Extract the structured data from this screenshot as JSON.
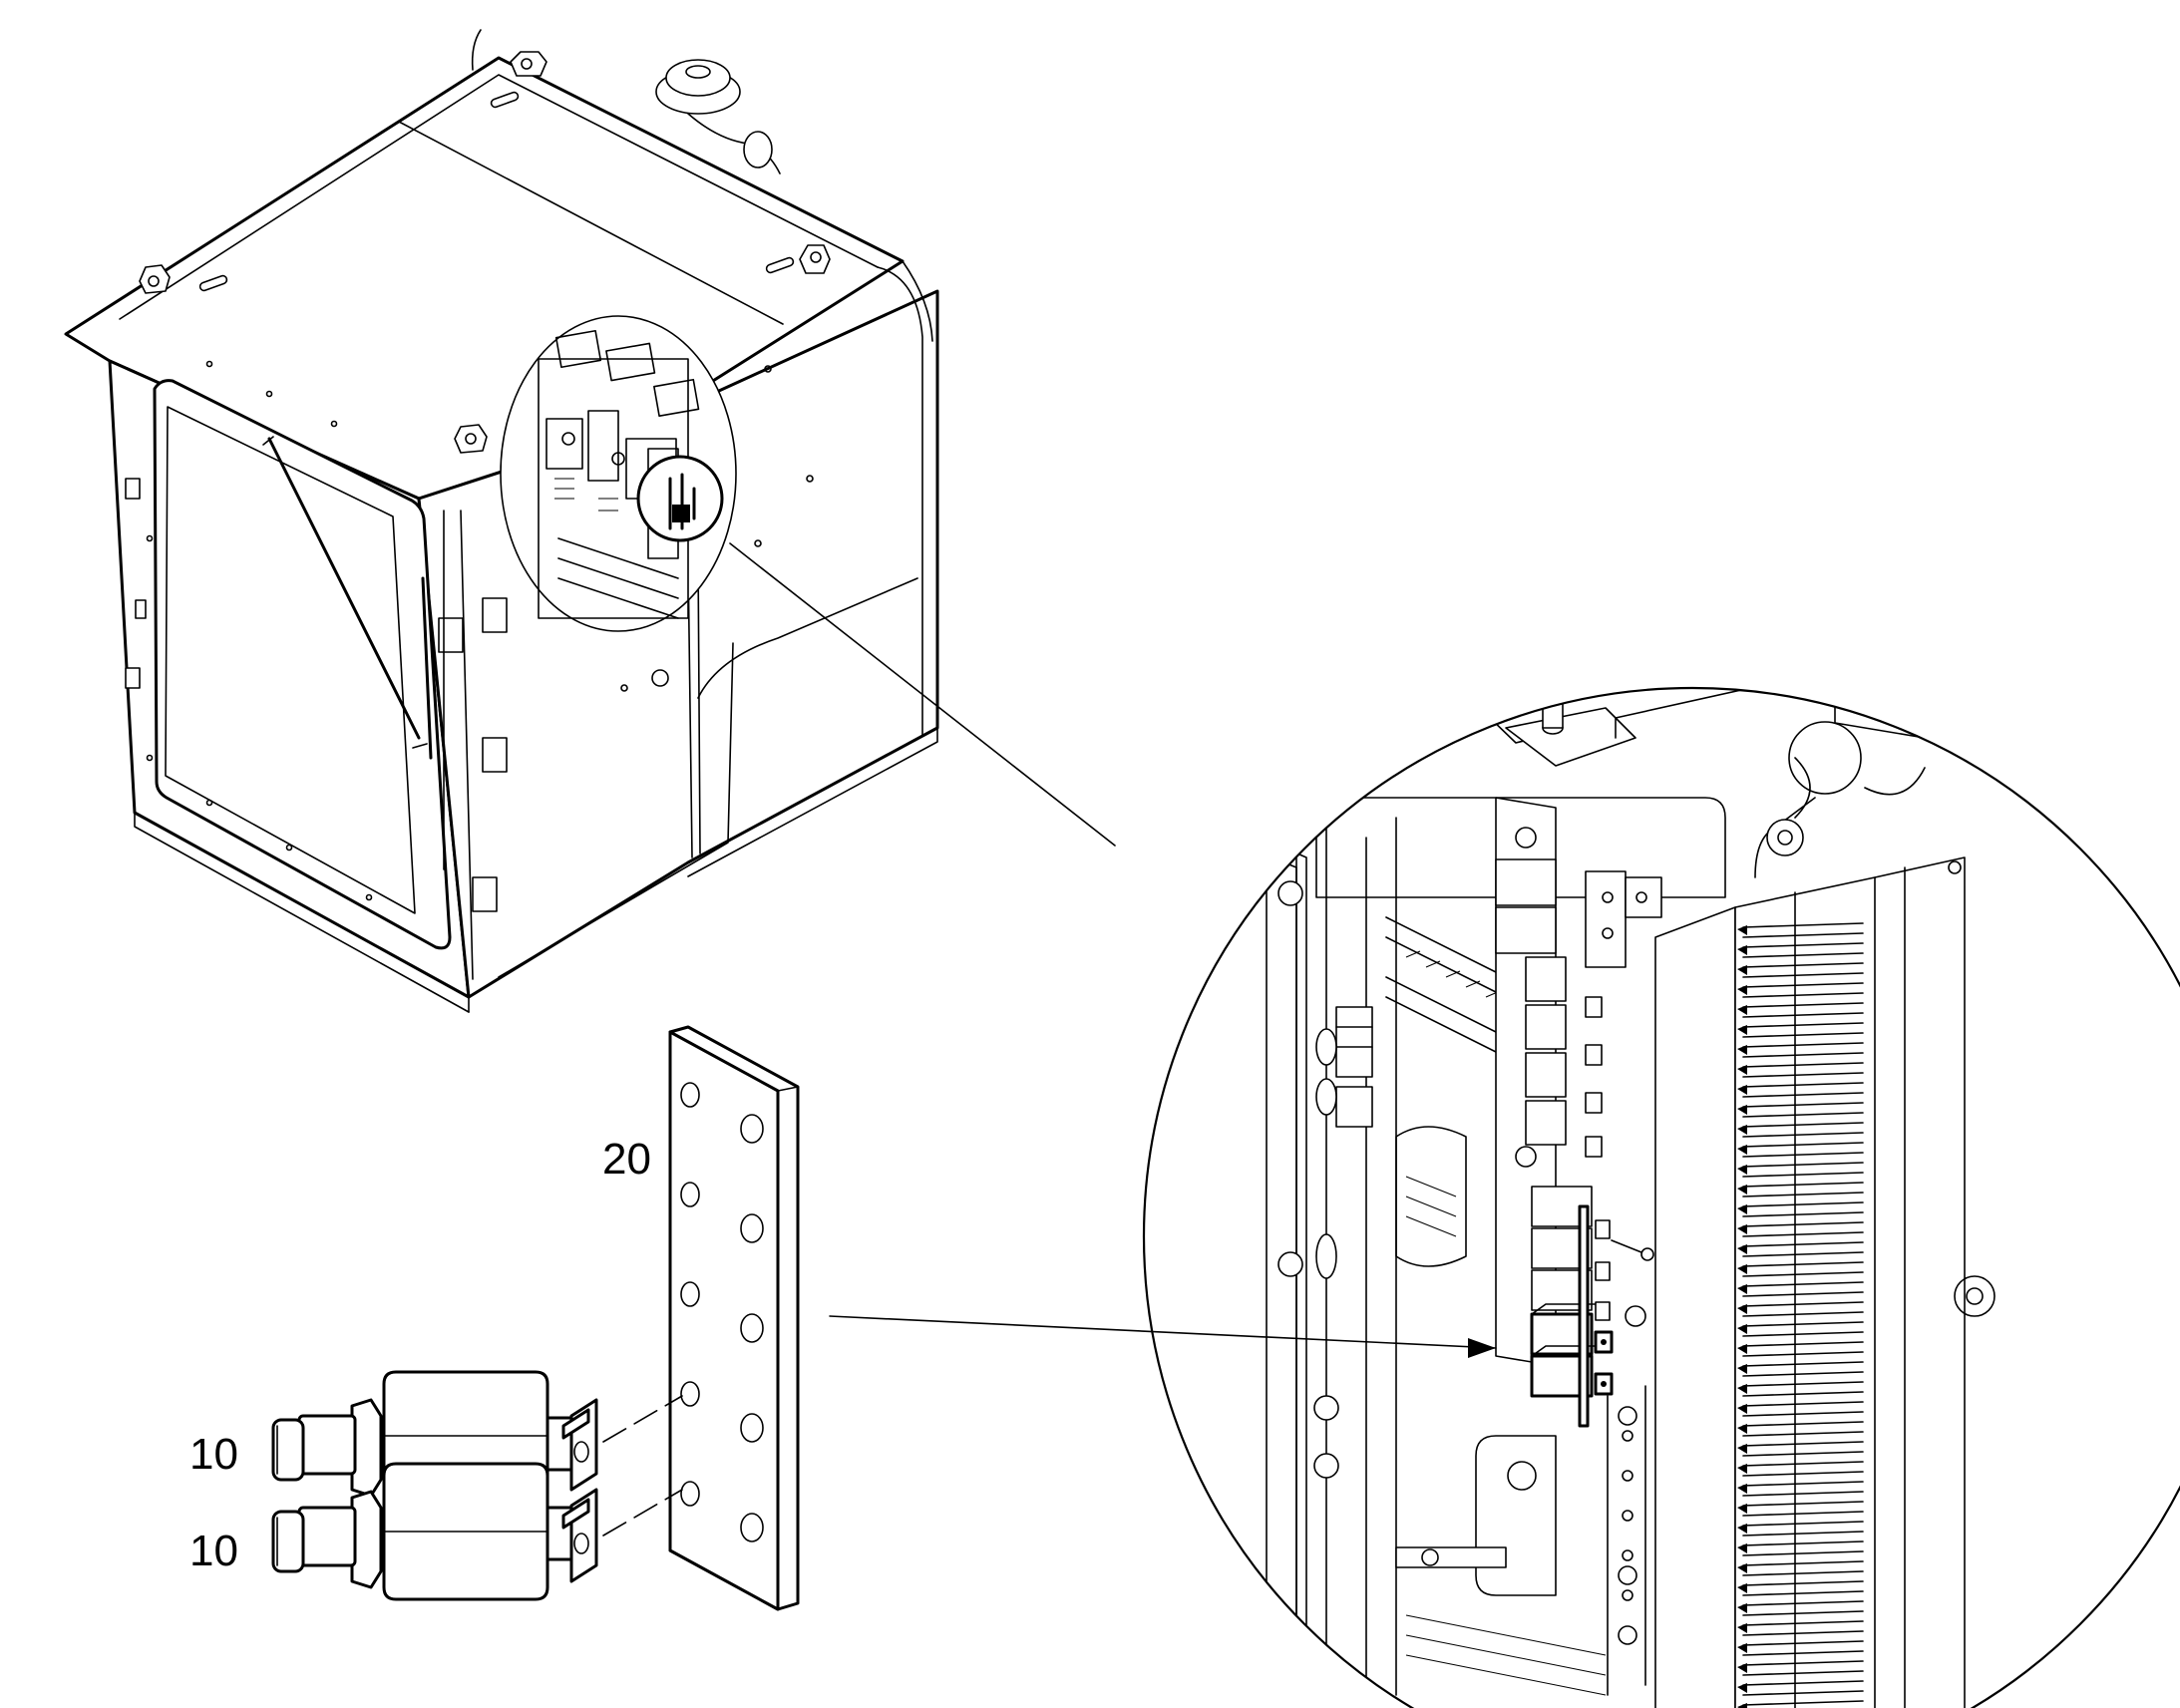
{
  "callouts": {
    "relay_upper": "10",
    "relay_lower": "10",
    "mounting_plate": "20"
  },
  "colors": {
    "line": "#000000",
    "background": "#ffffff"
  }
}
